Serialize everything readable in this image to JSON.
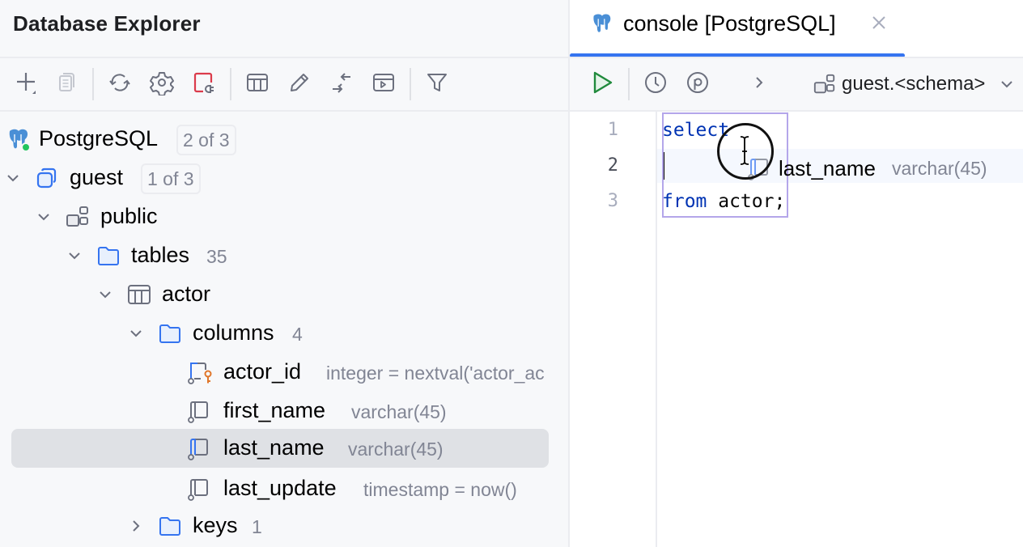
{
  "left_panel": {
    "title": "Database Explorer",
    "toolbar": [
      {
        "name": "add",
        "icon": "plus-icon"
      },
      {
        "name": "duplicate",
        "icon": "copy-icon",
        "disabled": true
      },
      {
        "name": "refresh",
        "icon": "refresh-icon"
      },
      {
        "name": "properties",
        "icon": "gear-icon"
      },
      {
        "name": "disconnect",
        "icon": "disconnect-icon"
      },
      {
        "name": "table-view",
        "icon": "table-icon"
      },
      {
        "name": "edit",
        "icon": "pencil-icon"
      },
      {
        "name": "compare",
        "icon": "compare-arrows-icon"
      },
      {
        "name": "console",
        "icon": "console-icon"
      },
      {
        "name": "filter",
        "icon": "filter-icon"
      }
    ],
    "tree": {
      "datasource": {
        "label": "PostgreSQL",
        "badge": "2 of 3",
        "status_color": "#22c55e"
      },
      "database": {
        "label": "guest",
        "badge": "1 of 3"
      },
      "schema": {
        "label": "public"
      },
      "tables_folder": {
        "label": "tables",
        "count": "35"
      },
      "table": {
        "label": "actor"
      },
      "columns_folder": {
        "label": "columns",
        "count": "4"
      },
      "columns": [
        {
          "name": "actor_id",
          "type": "integer = nextval('actor_ac",
          "primary_key": true
        },
        {
          "name": "first_name",
          "type": "varchar(45)"
        },
        {
          "name": "last_name",
          "type": "varchar(45)",
          "selected": true
        },
        {
          "name": "last_update",
          "type": "timestamp = now()"
        }
      ],
      "keys_folder": {
        "label": "keys",
        "count": "1"
      }
    }
  },
  "editor": {
    "tab": {
      "label": "console [PostgreSQL]",
      "close": "×"
    },
    "toolbar": {
      "run": "run-icon",
      "history": "history-icon",
      "parameters": "parameters-icon",
      "more": "chevron-right-icon",
      "schema": "guest.<schema>"
    },
    "lines": [
      {
        "number": "1",
        "keyword": "select",
        "rest": ""
      },
      {
        "number": "2",
        "keyword": "",
        "rest": ""
      },
      {
        "number": "3",
        "keyword": "from",
        "rest": " actor;"
      }
    ],
    "drag_ghost": {
      "name": "last_name",
      "type": "varchar(45)"
    }
  },
  "colors": {
    "accent": "#3574f0",
    "keyword": "#0033b3",
    "run_green": "#208a3c",
    "disconnect_red": "#db3b4b",
    "drop_target": "#b4a6ea",
    "selection": "#dfe1e5"
  }
}
